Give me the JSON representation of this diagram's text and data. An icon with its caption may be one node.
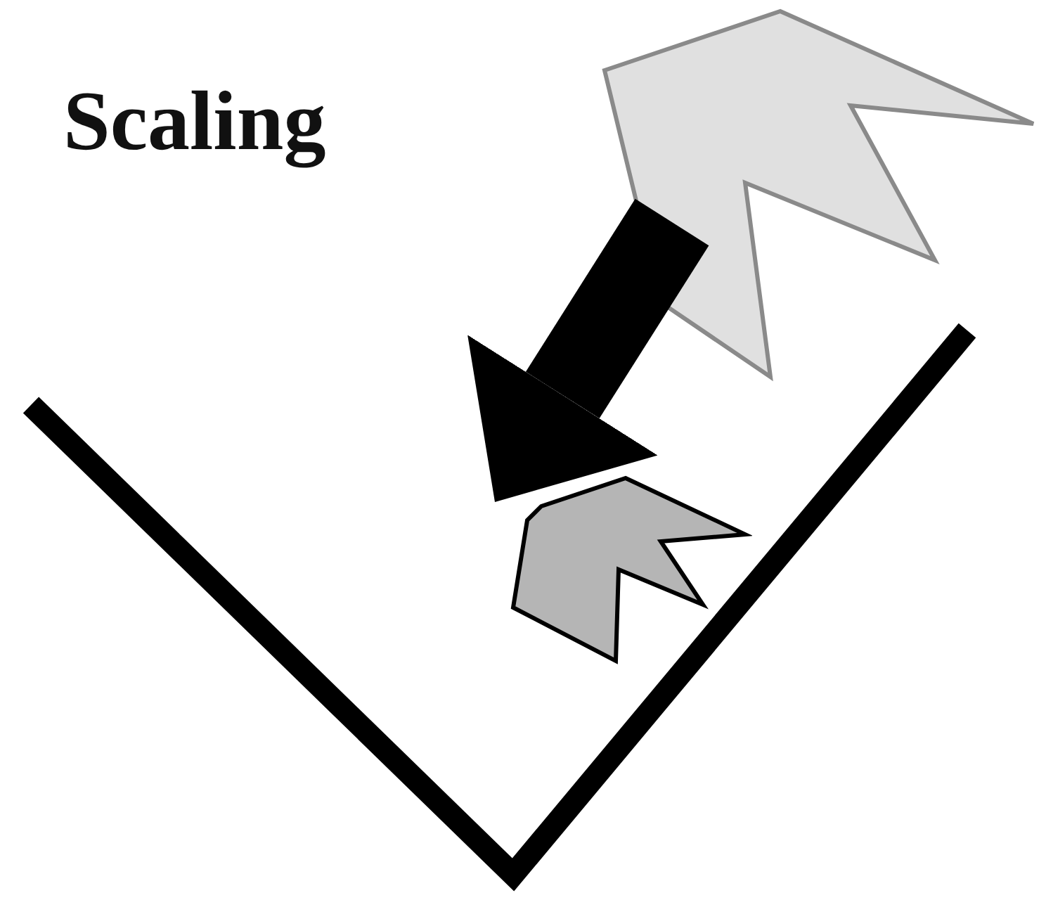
{
  "diagram": {
    "title": "Scaling",
    "nodes": [
      {
        "text": [],
        "shape": "picture"
      },
      {
        "text": [],
        "shape": "picture"
      }
    ],
    "edges": [
      {
        "from": 0,
        "to": 1,
        "arrow": "to"
      }
    ]
  }
}
